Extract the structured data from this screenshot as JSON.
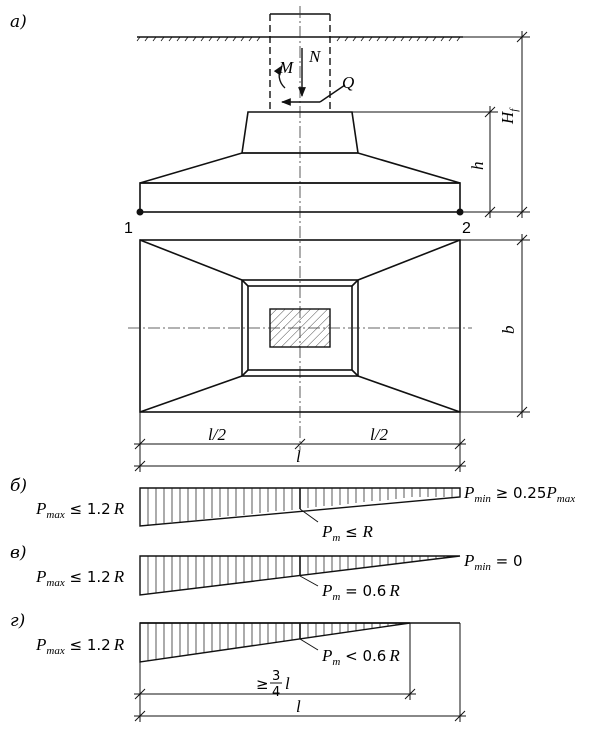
{
  "panels": {
    "a": "а)",
    "b": "б)",
    "v": "в)",
    "g": "г)"
  },
  "section": {
    "moment": "M",
    "normal_force": "N",
    "shear_force": "Q",
    "total_depth": "H",
    "total_depth_sub": "f",
    "slab_height": "h",
    "point_1": "1",
    "point_2": "2"
  },
  "plan": {
    "width": "b",
    "half_length_left": "l/2",
    "half_length_right": "l/2",
    "length": "l"
  },
  "diagrams": [
    {
      "id": "b",
      "pmax_sym": "P",
      "pmax_sub": "max",
      "pmax_rel": " ≤ 1.2",
      "pmax_R": "R",
      "pmin_sym": "P",
      "pmin_sub": "min",
      "pmin_rel": " ≥ 0.25",
      "pmin_P": "P",
      "pmin_P_sub": "max",
      "pm_sym": "P",
      "pm_sub": "m",
      "pm_rel": " ≤ ",
      "pm_R": "R"
    },
    {
      "id": "v",
      "pmax_sym": "P",
      "pmax_sub": "max",
      "pmax_rel": " ≤ 1.2",
      "pmax_R": "R",
      "pmin_sym": "P",
      "pmin_sub": "min",
      "pmin_rel": " = 0",
      "pm_sym": "P",
      "pm_sub": "m",
      "pm_rel": " = 0.6",
      "pm_R": "R"
    },
    {
      "id": "g",
      "pmax_sym": "P",
      "pmax_sub": "max",
      "pmax_rel": " ≤ 1.2",
      "pmax_R": "R",
      "pm_sym": "P",
      "pm_sub": "m",
      "pm_rel": " < 0.6",
      "pm_R": "R",
      "contact_ge": "≥",
      "contact_num": "3",
      "contact_den": "4",
      "contact_l": "l",
      "total_l": "l"
    }
  ]
}
